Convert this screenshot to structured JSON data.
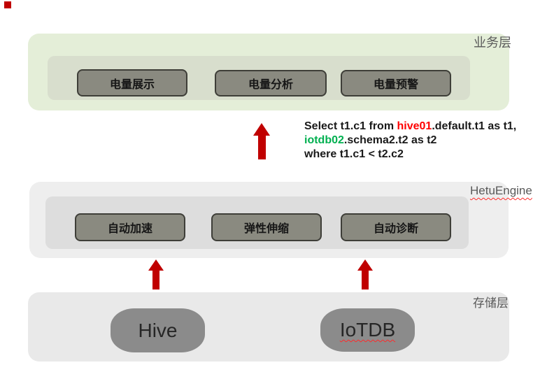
{
  "marker": {
    "color": "#c00000"
  },
  "business_layer": {
    "label": "业务层",
    "buttons": [
      "电量展示",
      "电量分析",
      "电量预警"
    ]
  },
  "sql": {
    "line1_pre": "Select t1.c1 from ",
    "line1_catalog": "hive01",
    "line1_post": ".default.t1 as t1,",
    "line2_catalog": "iotdb02",
    "line2_post": ".schema2.t2 as t2",
    "line3": "where t1.c1 < t2.c2",
    "catalog1_color": "#ff0000",
    "catalog2_color": "#00b050"
  },
  "hetu_layer": {
    "label": "HetuEngine",
    "buttons": [
      "自动加速",
      "弹性伸缩",
      "自动诊断"
    ]
  },
  "storage_layer": {
    "label": "存储层",
    "databases": [
      "Hive",
      "IoTDB"
    ]
  },
  "colors": {
    "arrow_red": "#c00000",
    "business_bg": "#e4eed8",
    "business_inner_bg": "#d8decd",
    "hetu_bg": "#eeeeee",
    "hetu_inner_bg": "#dddddd",
    "storage_bg": "#e9e9e9",
    "button_bg": "#8a8a80",
    "button_border": "#3e3e38",
    "db_shape_bg": "#8b8b8b",
    "label_text": "#595959"
  }
}
